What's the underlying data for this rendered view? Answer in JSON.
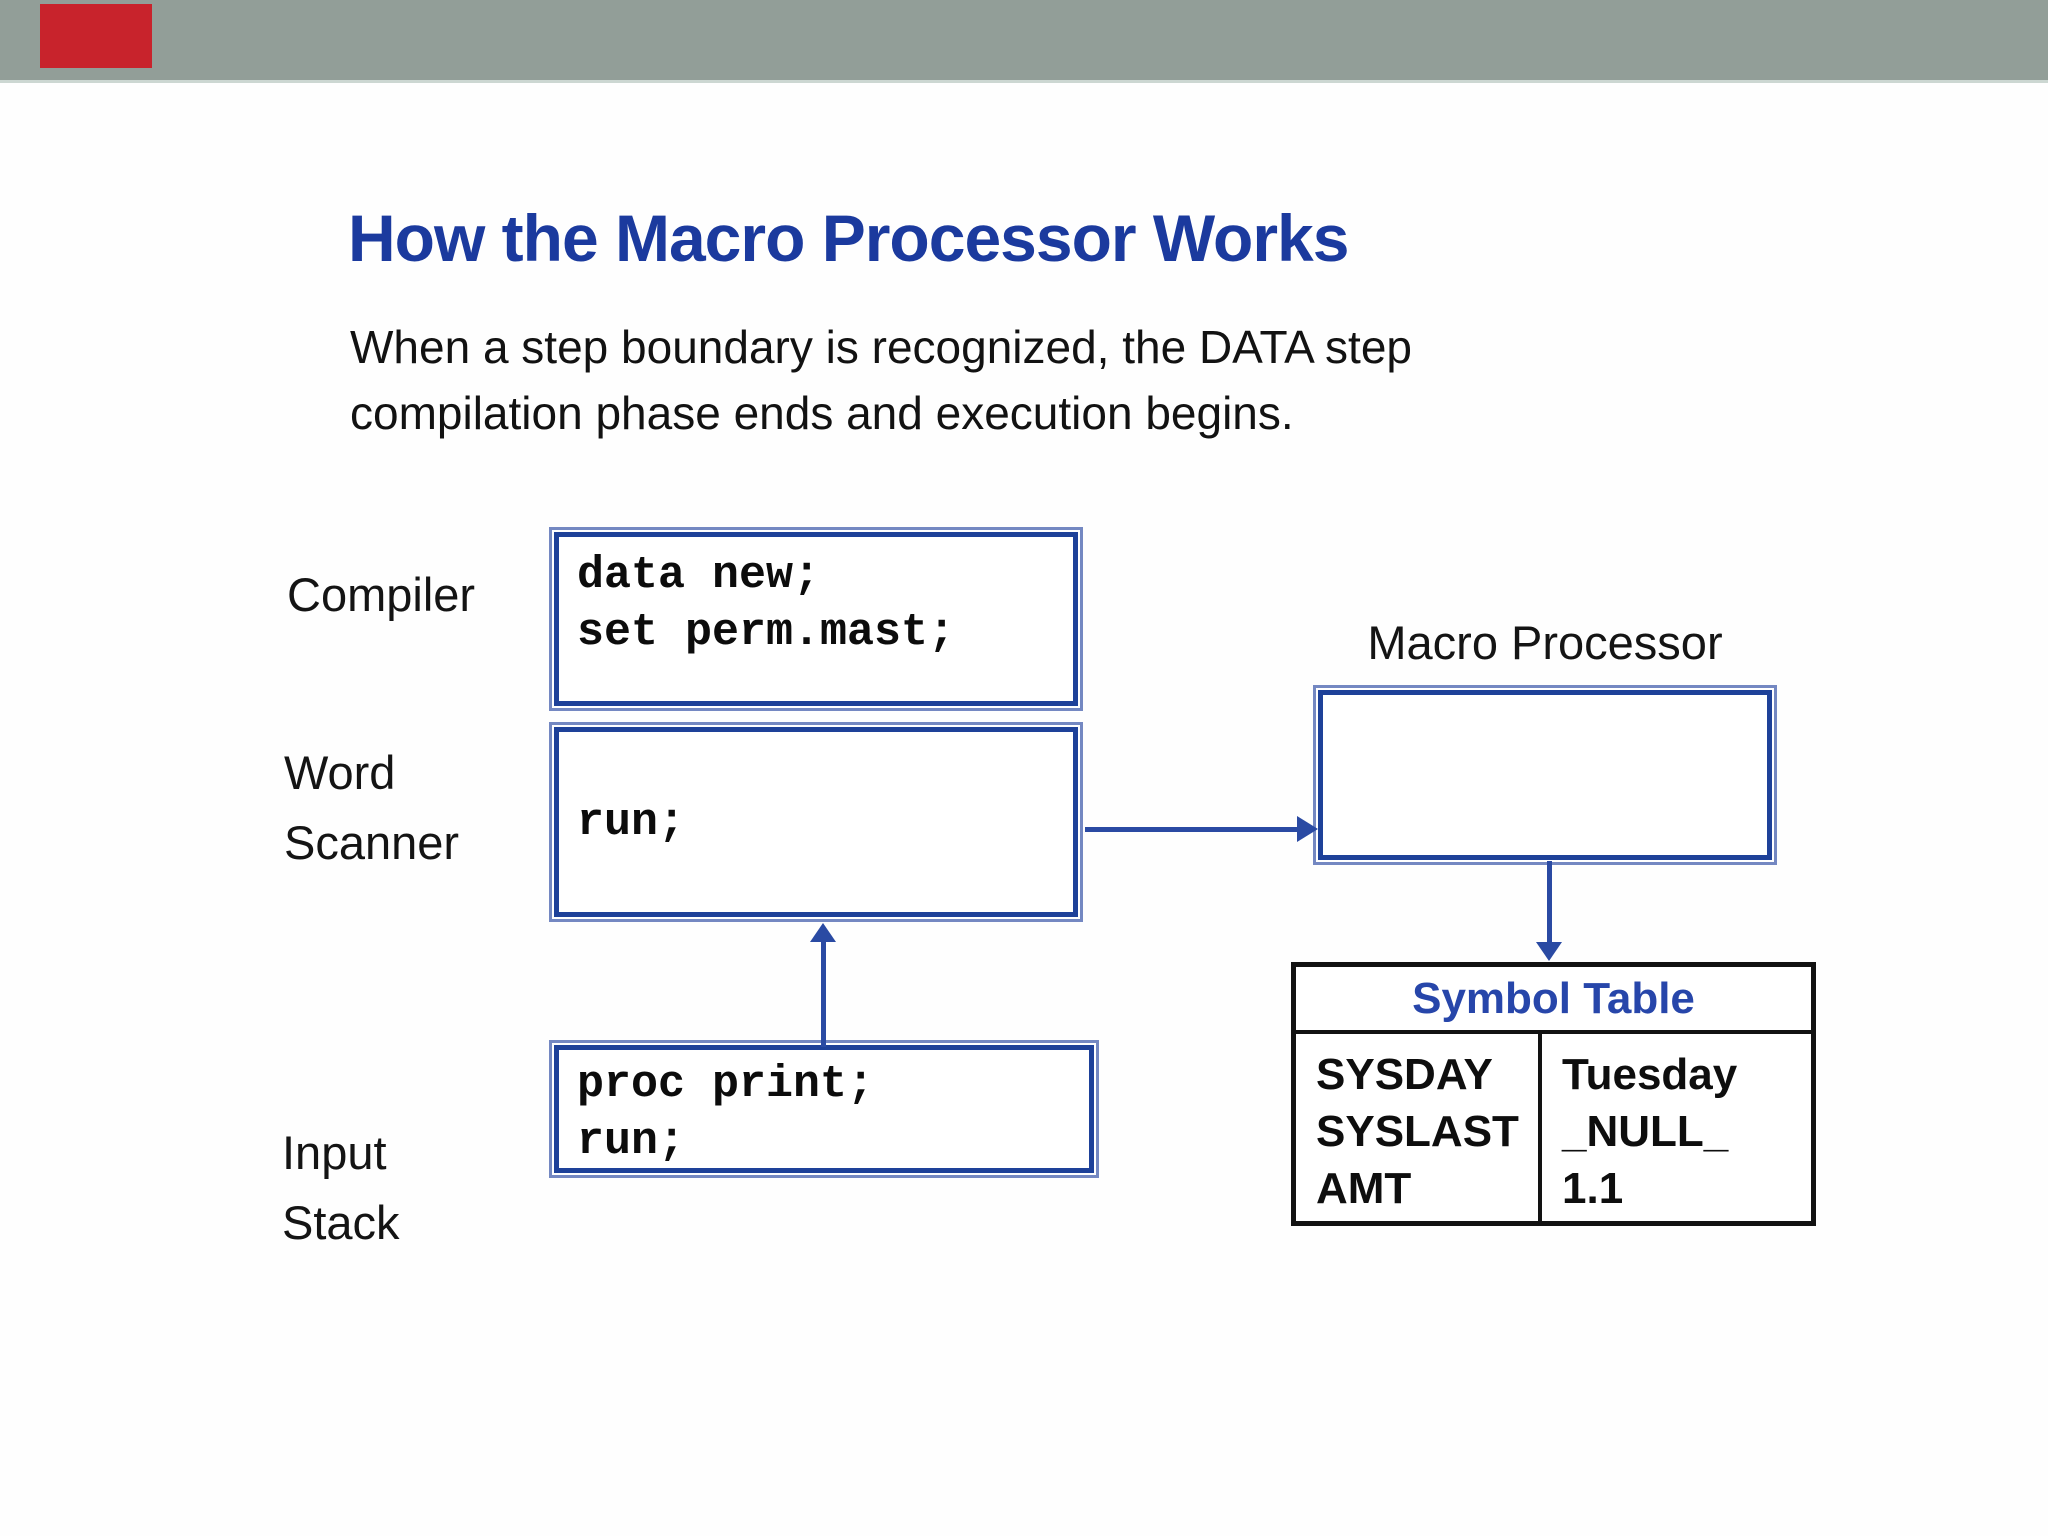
{
  "colors": {
    "top_bar": "#929e98",
    "red_accent": "#c8232c",
    "title_blue": "#1b3a9e",
    "box_border_blue": "#1e4199",
    "arrow_blue": "#2a4aa3",
    "symbol_table_title_blue": "#2746aa",
    "text_black": "#121212"
  },
  "slide": {
    "title": "How the Macro Processor Works",
    "body": "When a step boundary is recognized, the DATA step\ncompilation phase ends and execution begins."
  },
  "diagram": {
    "compiler": {
      "label": "Compiler",
      "code": "data new;\nset perm.mast;"
    },
    "word_scanner": {
      "label": "Word\nScanner",
      "code": "run;"
    },
    "macro_processor": {
      "label": "Macro Processor"
    },
    "input_stack": {
      "label": "Input\nStack",
      "code": "proc print;\nrun;"
    },
    "symbol_table": {
      "title": "Symbol Table",
      "columns": [
        {
          "cells": [
            "SYSDAY",
            "SYSLAST",
            "AMT"
          ]
        },
        {
          "cells": [
            "Tuesday",
            "_NULL_",
            "1.1"
          ]
        }
      ]
    }
  }
}
